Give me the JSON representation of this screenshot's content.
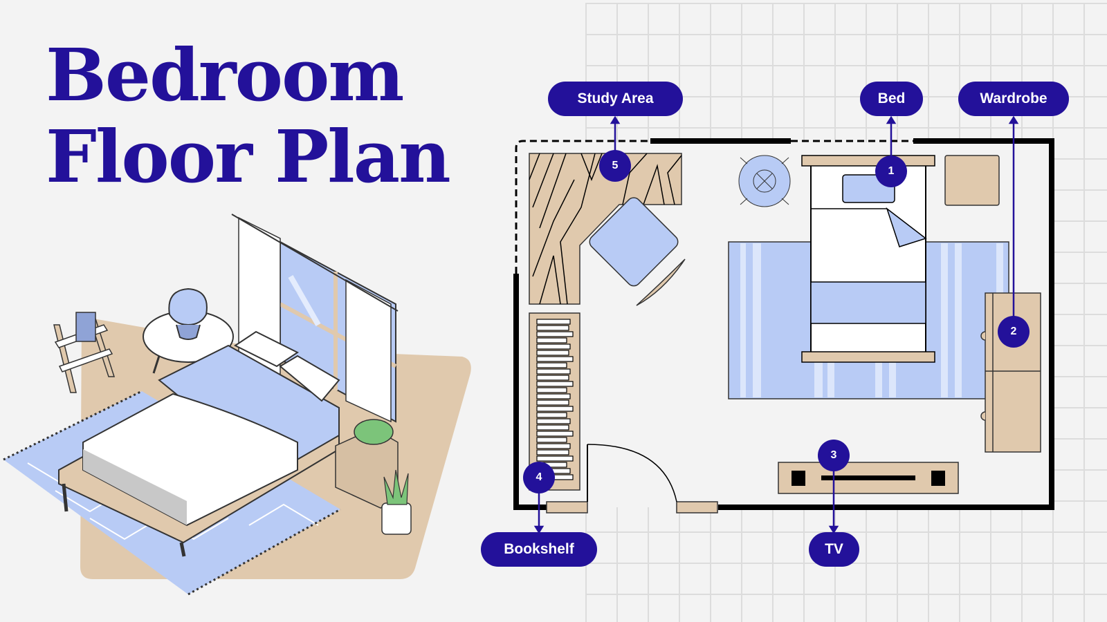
{
  "title": {
    "line1": "Bedroom",
    "line2": "Floor Plan"
  },
  "colors": {
    "accent": "#23119a",
    "background": "#f3f3f3",
    "grid": "#dcdcdc",
    "wood": "#e0c9ad",
    "blue_light": "#b8cbf5",
    "blue_pale": "#dce6fb",
    "wall": "#000000"
  },
  "labels": [
    {
      "id": "study-area",
      "text": "Study Area",
      "marker": "5"
    },
    {
      "id": "bed",
      "text": "Bed",
      "marker": "1"
    },
    {
      "id": "wardrobe",
      "text": "Wardrobe",
      "marker": "2"
    },
    {
      "id": "bookshelf",
      "text": "Bookshelf",
      "marker": "4"
    },
    {
      "id": "tv",
      "text": "TV",
      "marker": "3"
    }
  ],
  "illustration": {
    "description": "Isometric bedroom illustration with bed, lamp on round side table, ladder shelf with books, window with curtains, nightstand with plant, potted snake plant, and blue zigzag rug"
  },
  "floor_plan": {
    "items": [
      "L-shaped desk",
      "Chair",
      "Ceiling light",
      "Bed",
      "Nightstand",
      "Striped rug",
      "Wardrobe",
      "Bookshelf",
      "Door",
      "TV stand"
    ]
  }
}
